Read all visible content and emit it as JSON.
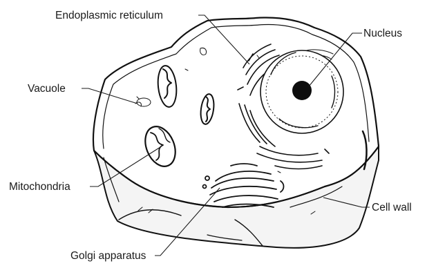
{
  "diagram": {
    "labels": {
      "endoplasmic_reticulum": "Endoplasmic reticulum",
      "nucleus": "Nucleus",
      "vacuole": "Vacuole",
      "mitochondria": "Mitochondria",
      "cell_wall": "Cell wall",
      "golgi_apparatus": "Golgi apparatus"
    }
  }
}
